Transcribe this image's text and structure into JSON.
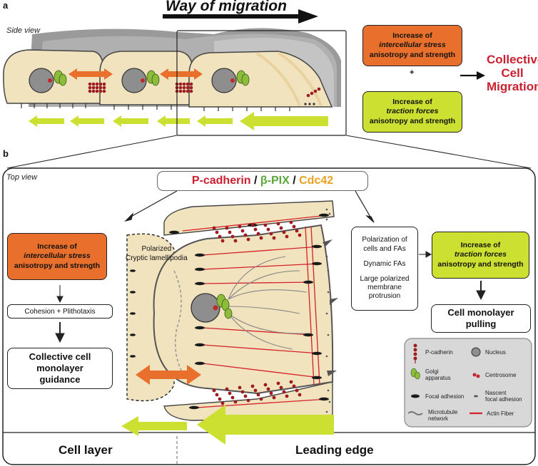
{
  "panel_a": {
    "letter": "a",
    "title": "Way of migration",
    "view": "Side view",
    "stress_box": {
      "line1": "Increase of",
      "line2": "intercellular stress",
      "line3": "anisotropy and strength"
    },
    "plus": "+",
    "traction_box": {
      "line1": "Increase of",
      "line2": "traction forces",
      "line3": "anisotropy and strength"
    },
    "outcome": [
      "Collective",
      "Cell",
      "Migration"
    ]
  },
  "panel_b": {
    "letter": "b",
    "view": "Top view",
    "pathway": {
      "p1": "P-cadherin",
      "sep1": " / ",
      "p2": "β-PIX",
      "sep2": " / ",
      "p3": "Cdc42"
    },
    "cryptic": [
      "Polarized",
      "Cryptic lamellipodia"
    ],
    "left_stress_box": {
      "line1": "Increase of",
      "line2": "intercellular stress",
      "line3": "anisotropy and strength"
    },
    "cohesion": "Cohesion + Plithotaxis",
    "guidance": [
      "Collective cell",
      "monolayer",
      "guidance"
    ],
    "polarization": [
      "Polarization of",
      "cells and FAs"
    ],
    "dynamic": "Dynamic FAs",
    "protrusion": [
      "Large polarized",
      "membrane",
      "protrusion"
    ],
    "right_traction_box": {
      "line1": "Increase of",
      "line2": "traction forces",
      "line3": "anisotropy and strength"
    },
    "pulling": [
      "Cell monolayer",
      "pulling"
    ],
    "legend": {
      "pcadherin": "P-cadherin",
      "nucleus": "Nucleus",
      "golgi": [
        "Golgi",
        "apparatus"
      ],
      "centrosome": "Centrosome",
      "fa": "Focal adhesion",
      "nascent": [
        "Nascent",
        "focal adhesion"
      ],
      "microtubule": [
        "Microtubule",
        "network"
      ],
      "actin": "Actin Fiber"
    },
    "footer": {
      "left": "Cell layer",
      "right": "Leading edge"
    }
  },
  "colors": {
    "orange": "#e86f2c",
    "lime": "#cbe031",
    "cell": "#f2e3bf",
    "red_text": "#cc1f2f",
    "green_text": "#5aa83a",
    "yellow_text": "#e8a21f",
    "cadherin": "#9e1b22"
  }
}
